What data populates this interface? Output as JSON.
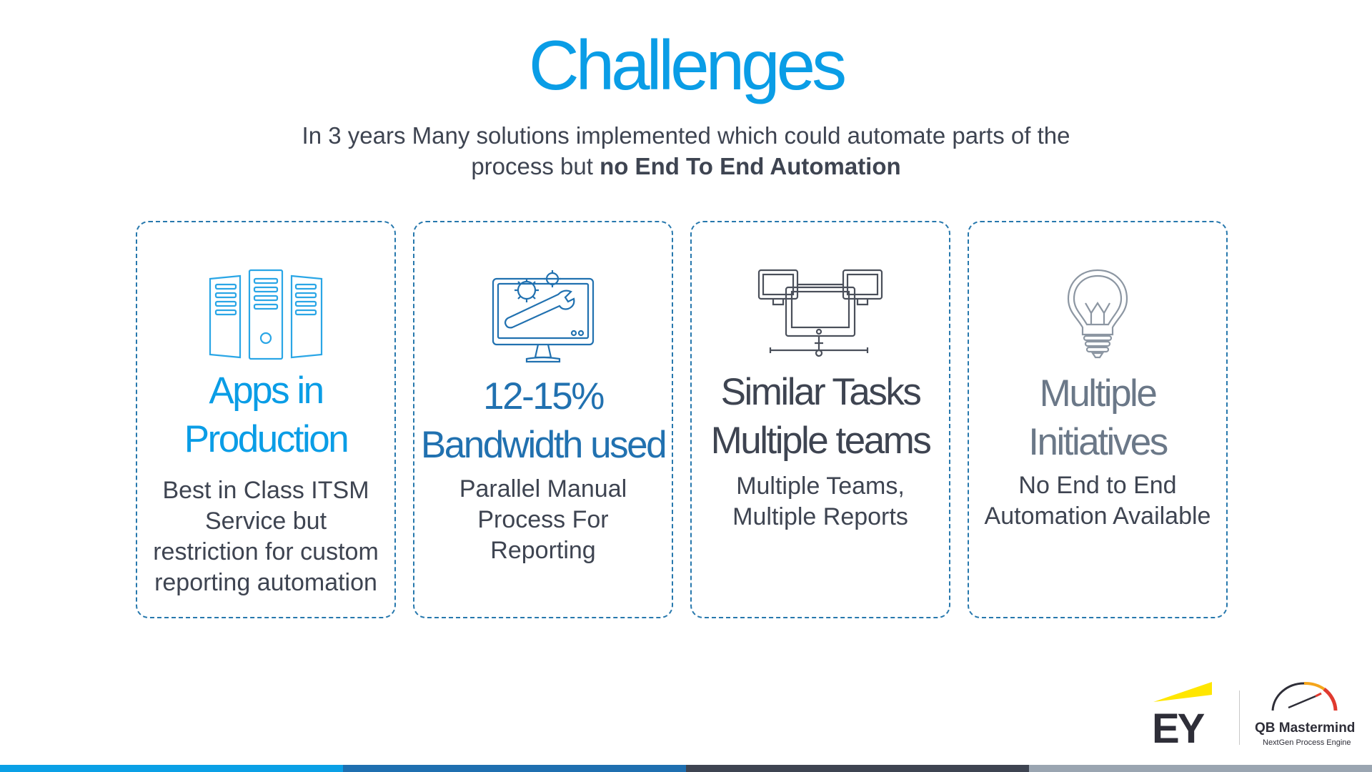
{
  "title": "Challenges",
  "subtitle": {
    "line1": "In 3 years Many solutions implemented which could automate parts of the",
    "line2_prefix": "process but",
    "line2_bold": "no End To End Automation"
  },
  "cards": [
    {
      "icon": "server-icon",
      "heading_line1": "Apps in",
      "heading_line2": "Production",
      "heading_color": "#0a9de6",
      "body_lines": [
        "Best in Class ITSM",
        "Service but",
        "restriction for custom",
        "reporting automation"
      ]
    },
    {
      "icon": "monitor-tools-icon",
      "heading_line1": "12-15%",
      "heading_line2": "Bandwidth used",
      "heading_color": "#2171b0",
      "body_lines": [
        "Parallel Manual",
        "Process For",
        "Reporting"
      ]
    },
    {
      "icon": "network-computers-icon",
      "heading_line1": "Similar Tasks",
      "heading_line2": "Multiple teams",
      "heading_color": "#3e4451",
      "body_lines": [
        "Multiple Teams,",
        "Multiple Reports"
      ]
    },
    {
      "icon": "lightbulb-icon",
      "heading_line1": "Multiple",
      "heading_line2": "Initiatives",
      "heading_color": "#6b7888",
      "body_lines": [
        "No End to End",
        "Automation Available"
      ]
    }
  ],
  "logos": {
    "ey": "EY",
    "qb_name": "QB Mastermind",
    "qb_tagline": "NextGen Process Engine"
  },
  "colors": {
    "accent": "#0a9de6",
    "card_border": "#2778ad",
    "bar": [
      "#0aa0e6",
      "#1f6fb0",
      "#3e4451",
      "#9aa5b1"
    ]
  }
}
